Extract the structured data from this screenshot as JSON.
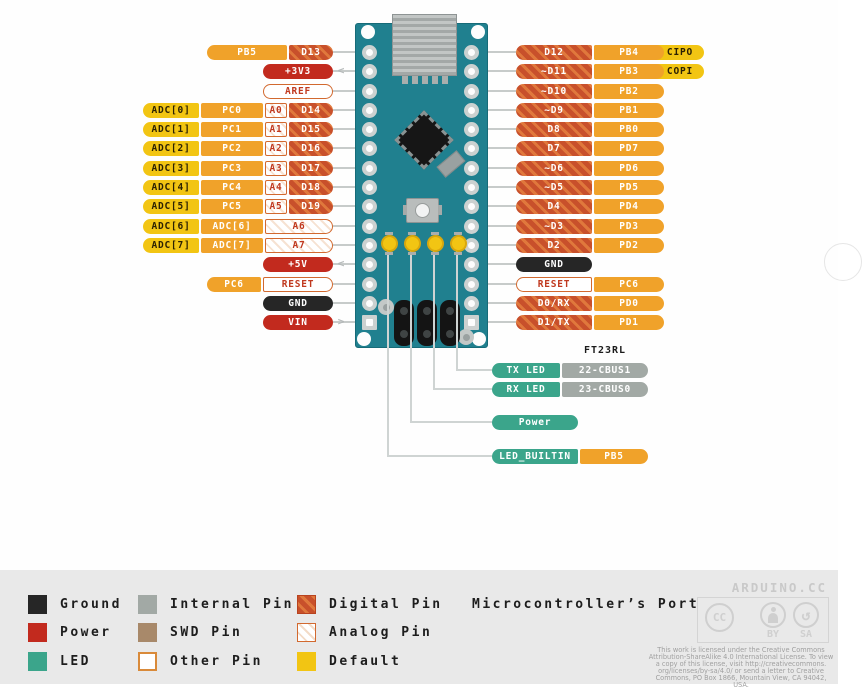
{
  "colors": {
    "board_teal": "#20808F",
    "port_orange": "#F0A22A",
    "digital_base": "#C8502B",
    "digital_stripe": "#E0783C",
    "default_yellow": "#F2C513",
    "power_red": "#C22A1E",
    "ground_black": "#262626",
    "led_teal": "#3BA58B",
    "internal_gray": "#A2A9A5",
    "swd_brown": "#A8896A",
    "analog_text_red": "#C0391F",
    "legend_background": "#E9E9E9"
  },
  "left_rows": [
    {
      "cells": [
        {
          "t": "port",
          "label": "PB5"
        },
        {
          "t": "digital",
          "label": "D13"
        }
      ]
    },
    {
      "cells": [
        {
          "t": "power",
          "label": "+3V3"
        }
      ],
      "arrow": "<"
    },
    {
      "cells": [
        {
          "t": "other",
          "label": "AREF"
        }
      ]
    },
    {
      "cells": [
        {
          "t": "default",
          "label": "ADC[0]"
        },
        {
          "t": "port",
          "label": "PC0"
        },
        {
          "t": "analog",
          "label": "A0"
        },
        {
          "t": "digital",
          "label": "D14"
        }
      ]
    },
    {
      "cells": [
        {
          "t": "default",
          "label": "ADC[1]"
        },
        {
          "t": "port",
          "label": "PC1"
        },
        {
          "t": "analog",
          "label": "A1"
        },
        {
          "t": "digital",
          "label": "D15"
        }
      ]
    },
    {
      "cells": [
        {
          "t": "default",
          "label": "ADC[2]"
        },
        {
          "t": "port",
          "label": "PC2"
        },
        {
          "t": "analog",
          "label": "A2"
        },
        {
          "t": "digital",
          "label": "D16"
        }
      ]
    },
    {
      "cells": [
        {
          "t": "default",
          "label": "ADC[3]"
        },
        {
          "t": "port",
          "label": "PC3"
        },
        {
          "t": "analog",
          "label": "A3"
        },
        {
          "t": "digital",
          "label": "D17"
        }
      ]
    },
    {
      "cells": [
        {
          "t": "default",
          "label": "ADC[4]"
        },
        {
          "t": "port",
          "label": "PC4"
        },
        {
          "t": "analog",
          "label": "A4"
        },
        {
          "t": "digital",
          "label": "D18"
        }
      ]
    },
    {
      "cells": [
        {
          "t": "default",
          "label": "ADC[5]"
        },
        {
          "t": "port",
          "label": "PC5"
        },
        {
          "t": "analog",
          "label": "A5"
        },
        {
          "t": "digital",
          "label": "D19"
        }
      ]
    },
    {
      "cells": [
        {
          "t": "default",
          "label": "ADC[6]"
        },
        {
          "t": "port",
          "label": "ADC[6]"
        },
        {
          "t": "analog",
          "label": "A6"
        }
      ]
    },
    {
      "cells": [
        {
          "t": "default",
          "label": "ADC[7]"
        },
        {
          "t": "port",
          "label": "ADC[7]"
        },
        {
          "t": "analog",
          "label": "A7"
        }
      ]
    },
    {
      "cells": [
        {
          "t": "power",
          "label": "+5V"
        }
      ],
      "arrow": "<"
    },
    {
      "cells": [
        {
          "t": "port",
          "label": "PC6"
        },
        {
          "t": "other",
          "label": "RESET"
        }
      ]
    },
    {
      "cells": [
        {
          "t": "gnd",
          "label": "GND"
        }
      ]
    },
    {
      "cells": [
        {
          "t": "power",
          "label": "VIN"
        }
      ],
      "arrow": ">"
    }
  ],
  "right_rows": [
    {
      "cells": [
        {
          "t": "digital",
          "label": "D12"
        },
        {
          "t": "port",
          "label": "PB4"
        },
        {
          "t": "default",
          "label": "CIPO"
        }
      ]
    },
    {
      "cells": [
        {
          "t": "digital",
          "label": "~D11"
        },
        {
          "t": "port",
          "label": "PB3"
        },
        {
          "t": "default",
          "label": "COPI"
        }
      ]
    },
    {
      "cells": [
        {
          "t": "digital",
          "label": "~D10"
        },
        {
          "t": "port",
          "label": "PB2"
        }
      ]
    },
    {
      "cells": [
        {
          "t": "digital",
          "label": "~D9"
        },
        {
          "t": "port",
          "label": "PB1"
        }
      ]
    },
    {
      "cells": [
        {
          "t": "digital",
          "label": "D8"
        },
        {
          "t": "port",
          "label": "PB0"
        }
      ]
    },
    {
      "cells": [
        {
          "t": "digital",
          "label": "D7"
        },
        {
          "t": "port",
          "label": "PD7"
        }
      ]
    },
    {
      "cells": [
        {
          "t": "digital",
          "label": "~D6"
        },
        {
          "t": "port",
          "label": "PD6"
        }
      ]
    },
    {
      "cells": [
        {
          "t": "digital",
          "label": "~D5"
        },
        {
          "t": "port",
          "label": "PD5"
        }
      ]
    },
    {
      "cells": [
        {
          "t": "digital",
          "label": "D4"
        },
        {
          "t": "port",
          "label": "PD4"
        }
      ]
    },
    {
      "cells": [
        {
          "t": "digital",
          "label": "~D3"
        },
        {
          "t": "port",
          "label": "PD3"
        }
      ]
    },
    {
      "cells": [
        {
          "t": "digital",
          "label": "D2"
        },
        {
          "t": "port",
          "label": "PD2"
        }
      ]
    },
    {
      "cells": [
        {
          "t": "gnd",
          "label": "GND"
        }
      ]
    },
    {
      "cells": [
        {
          "t": "other",
          "label": "RESET"
        },
        {
          "t": "port",
          "label": "PC6"
        }
      ]
    },
    {
      "cells": [
        {
          "t": "digital",
          "label": "D0/RX"
        },
        {
          "t": "port",
          "label": "PD0"
        }
      ]
    },
    {
      "cells": [
        {
          "t": "digital",
          "label": "D1/TX"
        },
        {
          "t": "port",
          "label": "PD1"
        }
      ]
    }
  ],
  "bottom_right": {
    "chip_label": "FT23RL",
    "rows": [
      {
        "cells": [
          {
            "t": "led",
            "label": "TX LED"
          },
          {
            "t": "internal",
            "label": "22-CBUS1"
          }
        ]
      },
      {
        "cells": [
          {
            "t": "led",
            "label": "RX LED"
          },
          {
            "t": "internal",
            "label": "23-CBUS0"
          }
        ]
      },
      {
        "cells": [
          {
            "t": "led",
            "label": "Power"
          }
        ]
      },
      {
        "cells": [
          {
            "t": "led",
            "label": "LED_BUILTIN"
          },
          {
            "t": "port",
            "label": "PB5"
          }
        ]
      }
    ]
  },
  "legend": {
    "columns": [
      [
        {
          "t": "gnd",
          "label": "Ground"
        },
        {
          "t": "power",
          "label": "Power"
        },
        {
          "t": "led",
          "label": "LED"
        }
      ],
      [
        {
          "t": "internal",
          "label": "Internal Pin"
        },
        {
          "t": "swd",
          "label": "SWD Pin"
        },
        {
          "t": "other",
          "label": "Other Pin"
        }
      ],
      [
        {
          "t": "digital",
          "label": "Digital Pin"
        },
        {
          "t": "analog",
          "label": "Analog Pin"
        },
        {
          "t": "default",
          "label": "Default"
        }
      ],
      [
        {
          "t": "port",
          "label": "Microcontroller’s Port"
        }
      ]
    ]
  },
  "footer": {
    "brand": "ARDUINO.CC",
    "cc": {
      "cc": "CC",
      "by": "BY",
      "sa": "SA",
      "sa_glyph": "↺"
    },
    "license_lines": [
      "This work is licensed under the Creative Commons",
      "Attribution-ShareAlike 4.0 International License. To view",
      "a copy of this license, visit http://creativecommons.",
      "org/licenses/by-sa/4.0/ or send a letter to Creative",
      "Commons, PO Box 1866, Mountain View, CA 94042, USA."
    ]
  }
}
